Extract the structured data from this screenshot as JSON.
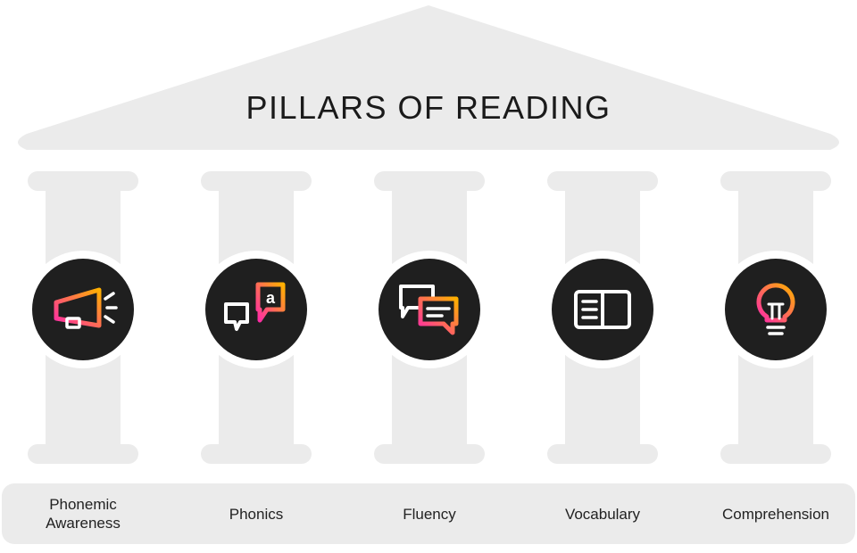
{
  "title": "PILLARS OF READING",
  "colors": {
    "structure": "#ebebeb",
    "icon_circle": "#1f1f1f",
    "gradient_start": "#ff2aa8",
    "gradient_end": "#ffb000",
    "icon_white": "#ffffff"
  },
  "pillars": [
    {
      "label_lines": [
        "Phonemic",
        "Awareness"
      ],
      "icon": "megaphone-icon"
    },
    {
      "label_lines": [
        "Phonics"
      ],
      "icon": "letter-speech-bubbles-icon"
    },
    {
      "label_lines": [
        "Fluency"
      ],
      "icon": "chat-bubbles-icon"
    },
    {
      "label_lines": [
        "Vocabulary"
      ],
      "icon": "open-book-icon"
    },
    {
      "label_lines": [
        "Comprehension"
      ],
      "icon": "lightbulb-icon"
    }
  ],
  "phonics_letter": "a"
}
